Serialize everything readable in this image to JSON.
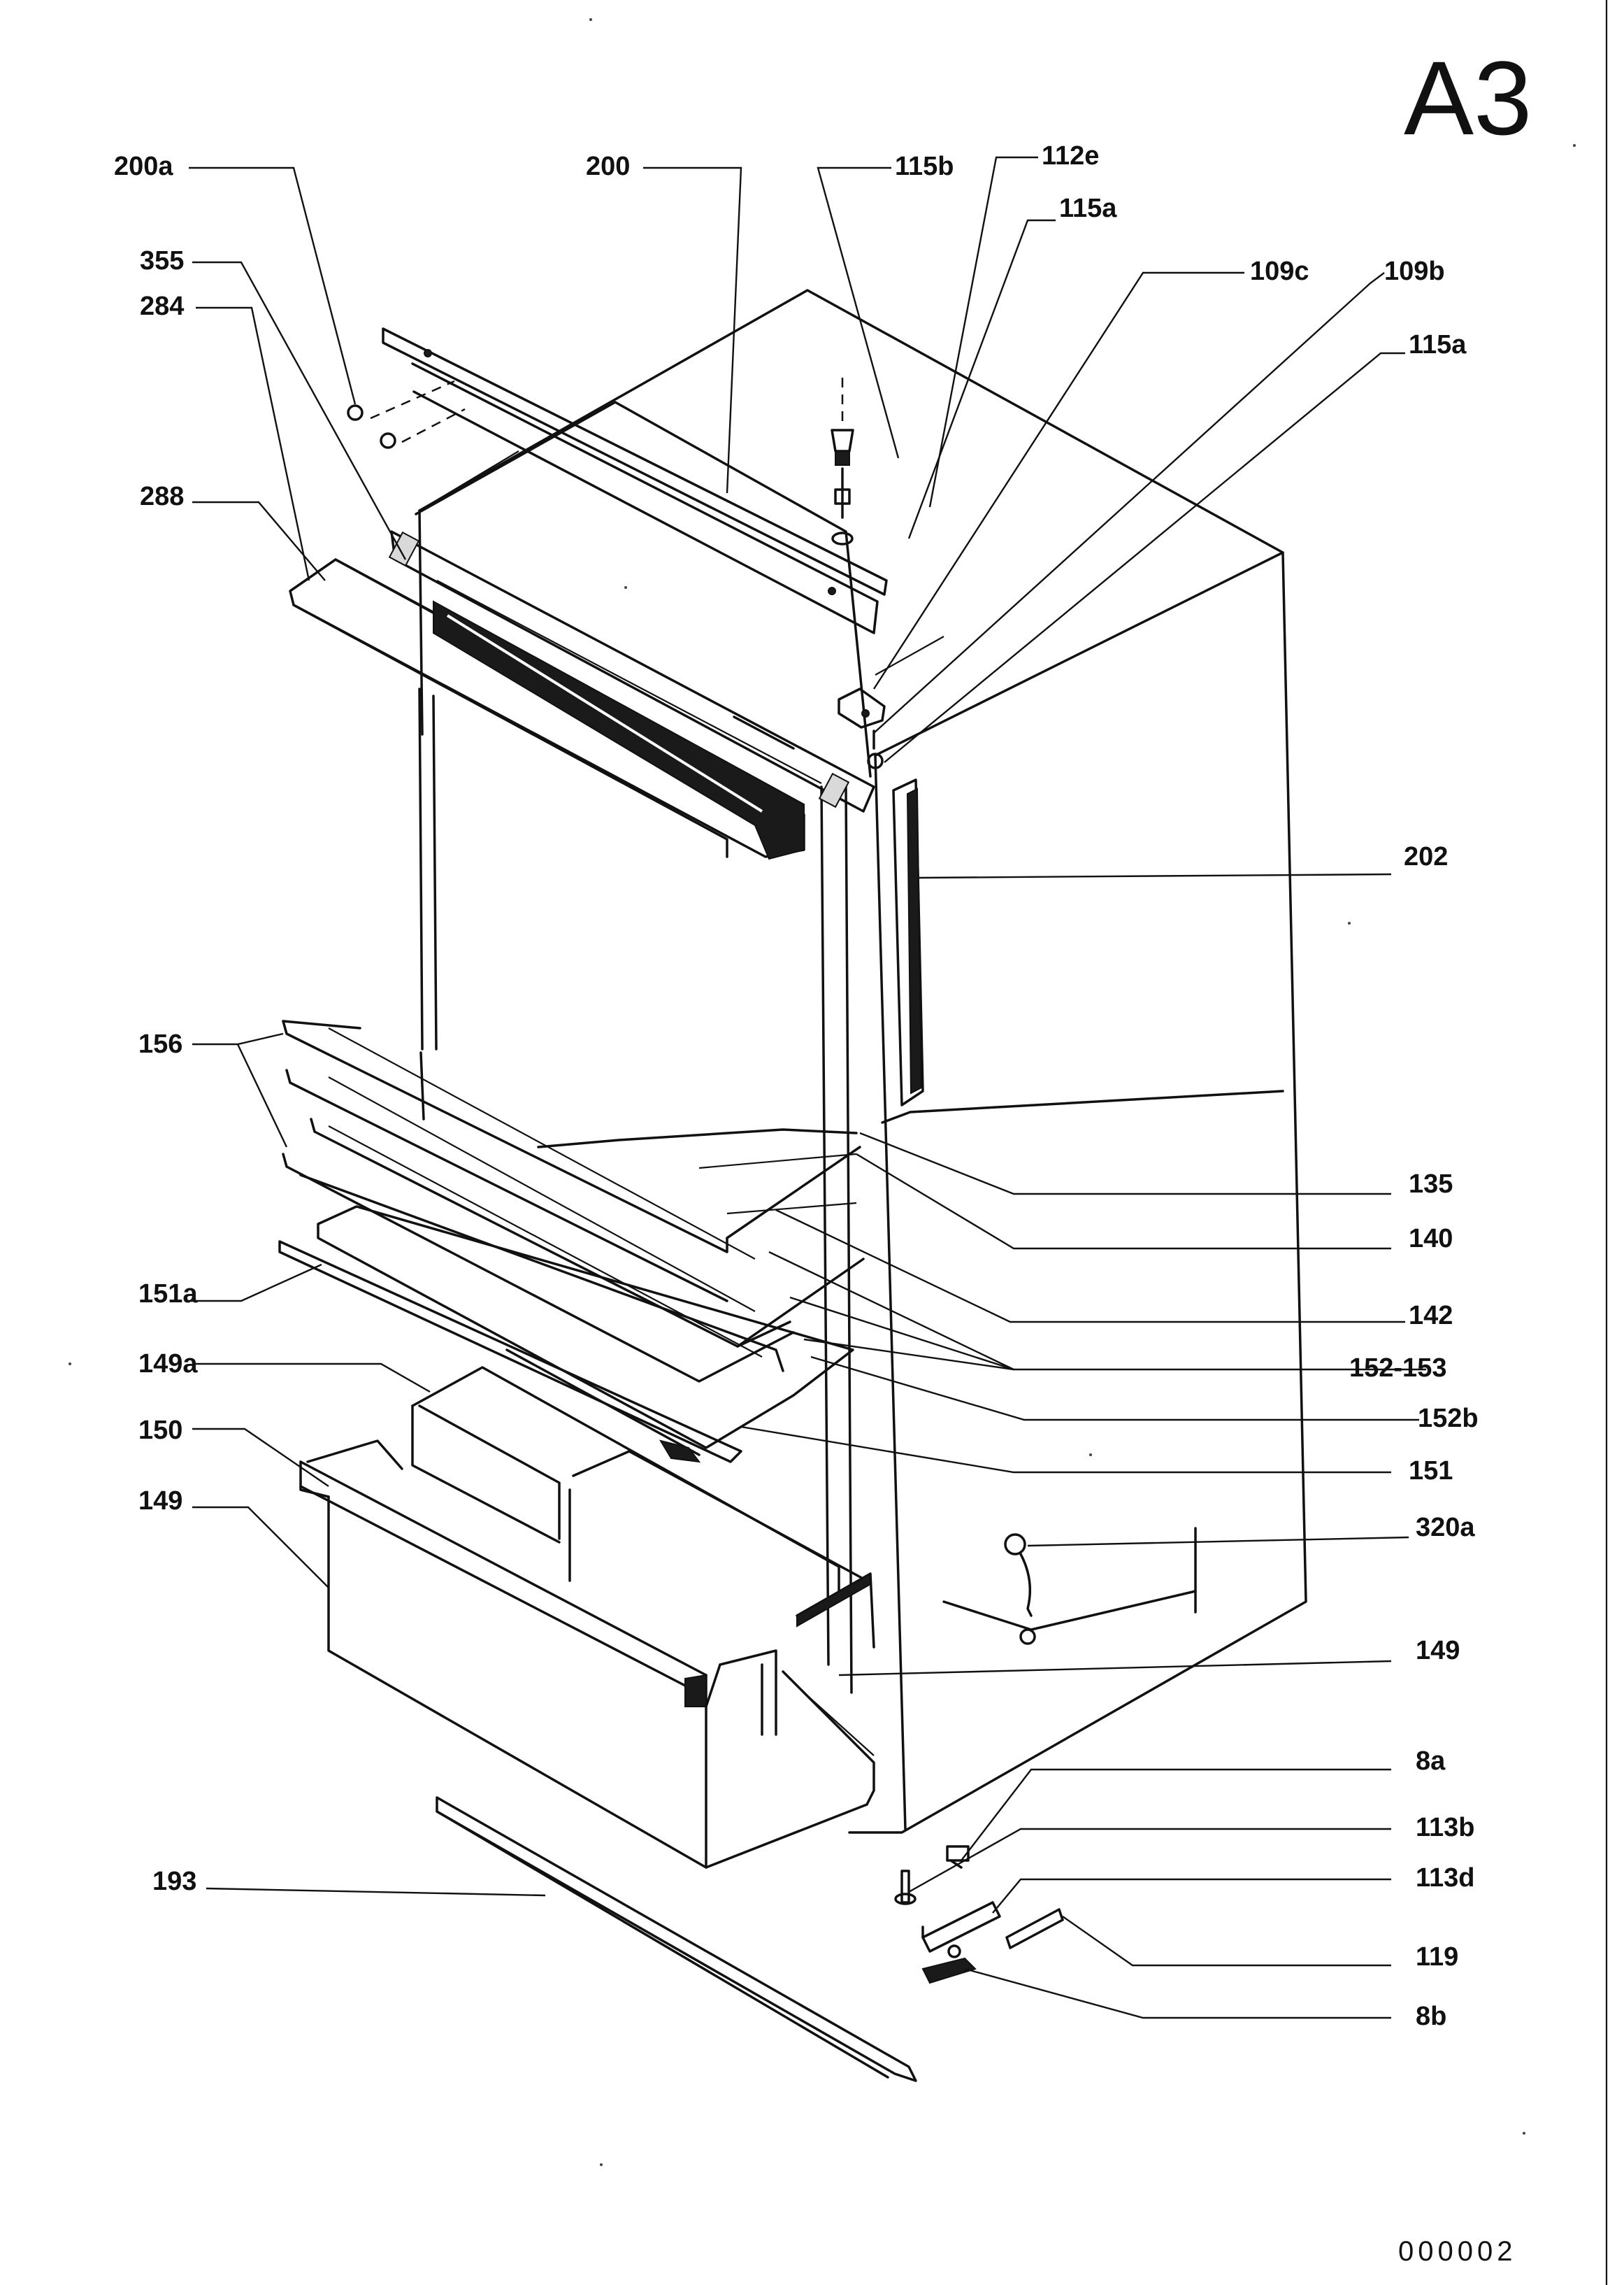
{
  "sheet_id": "A3",
  "document_number": "000002",
  "callouts": [
    {
      "id": "200a"
    },
    {
      "id": "200"
    },
    {
      "id": "115b"
    },
    {
      "id": "112e"
    },
    {
      "id": "115a"
    },
    {
      "id": "355"
    },
    {
      "id": "109c"
    },
    {
      "id": "109b"
    },
    {
      "id": "284"
    },
    {
      "id": "115a"
    },
    {
      "id": "288"
    },
    {
      "id": "202"
    },
    {
      "id": "156"
    },
    {
      "id": "135"
    },
    {
      "id": "140"
    },
    {
      "id": "151a"
    },
    {
      "id": "142"
    },
    {
      "id": "152-153"
    },
    {
      "id": "149a"
    },
    {
      "id": "152b"
    },
    {
      "id": "150"
    },
    {
      "id": "151"
    },
    {
      "id": "149"
    },
    {
      "id": "320a"
    },
    {
      "id": "149"
    },
    {
      "id": "8a"
    },
    {
      "id": "113b"
    },
    {
      "id": "193"
    },
    {
      "id": "113d"
    },
    {
      "id": "119"
    },
    {
      "id": "8b"
    }
  ]
}
